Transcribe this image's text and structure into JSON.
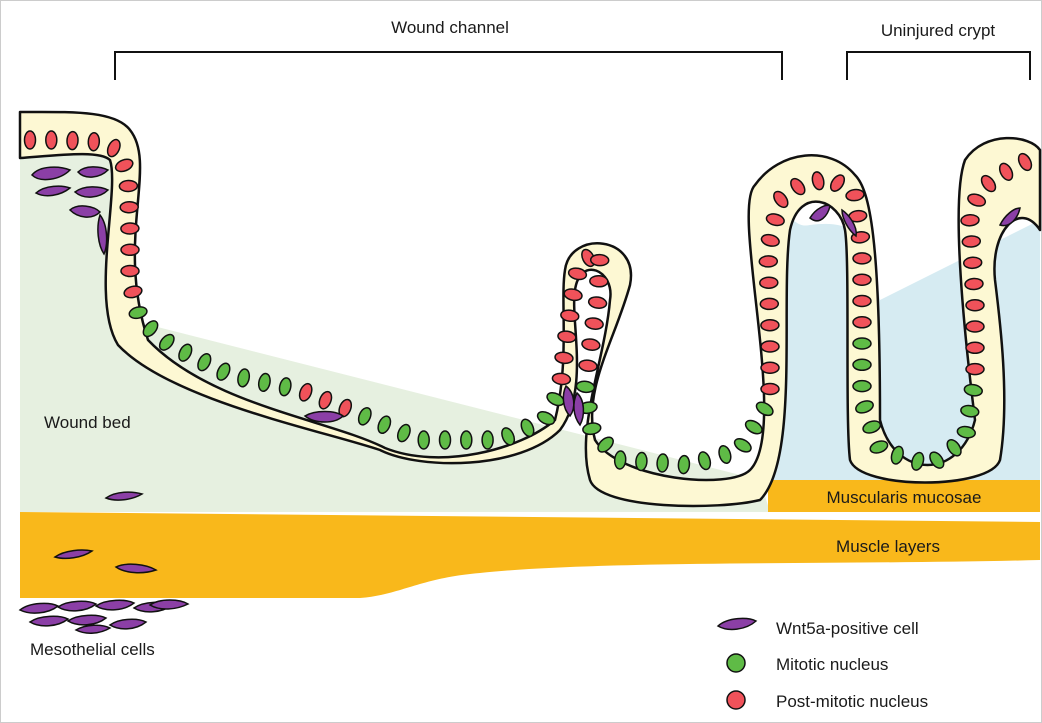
{
  "labels": {
    "wound_channel": "Wound channel",
    "uninjured_crypt": "Uninjured crypt",
    "wound_bed": "Wound bed",
    "muscularis_mucosae": "Muscularis mucosae",
    "muscle_layers": "Muscle layers",
    "mesothelial_cells": "Mesothelial cells"
  },
  "legend": [
    {
      "key": "wnt5a",
      "label": "Wnt5a-positive cell",
      "icon": "wnt5a-cell-icon",
      "color": "#8B3FA6"
    },
    {
      "key": "mitotic",
      "label": "Mitotic nucleus",
      "icon": "green-nucleus-icon",
      "color": "#5FBB46"
    },
    {
      "key": "postmitotic",
      "label": "Post-mitotic nucleus",
      "icon": "red-nucleus-icon",
      "color": "#F0525A"
    }
  ],
  "colors": {
    "wound_bed": "#E6F0E0",
    "crypt_lamina": "#D6EBF2",
    "epithelium": "#FDF8D3",
    "muscle": "#F9B81B",
    "wnt5a": "#8B3FA6",
    "mitotic": "#5FBB46",
    "postmitotic": "#F0525A",
    "outline": "#111111"
  }
}
